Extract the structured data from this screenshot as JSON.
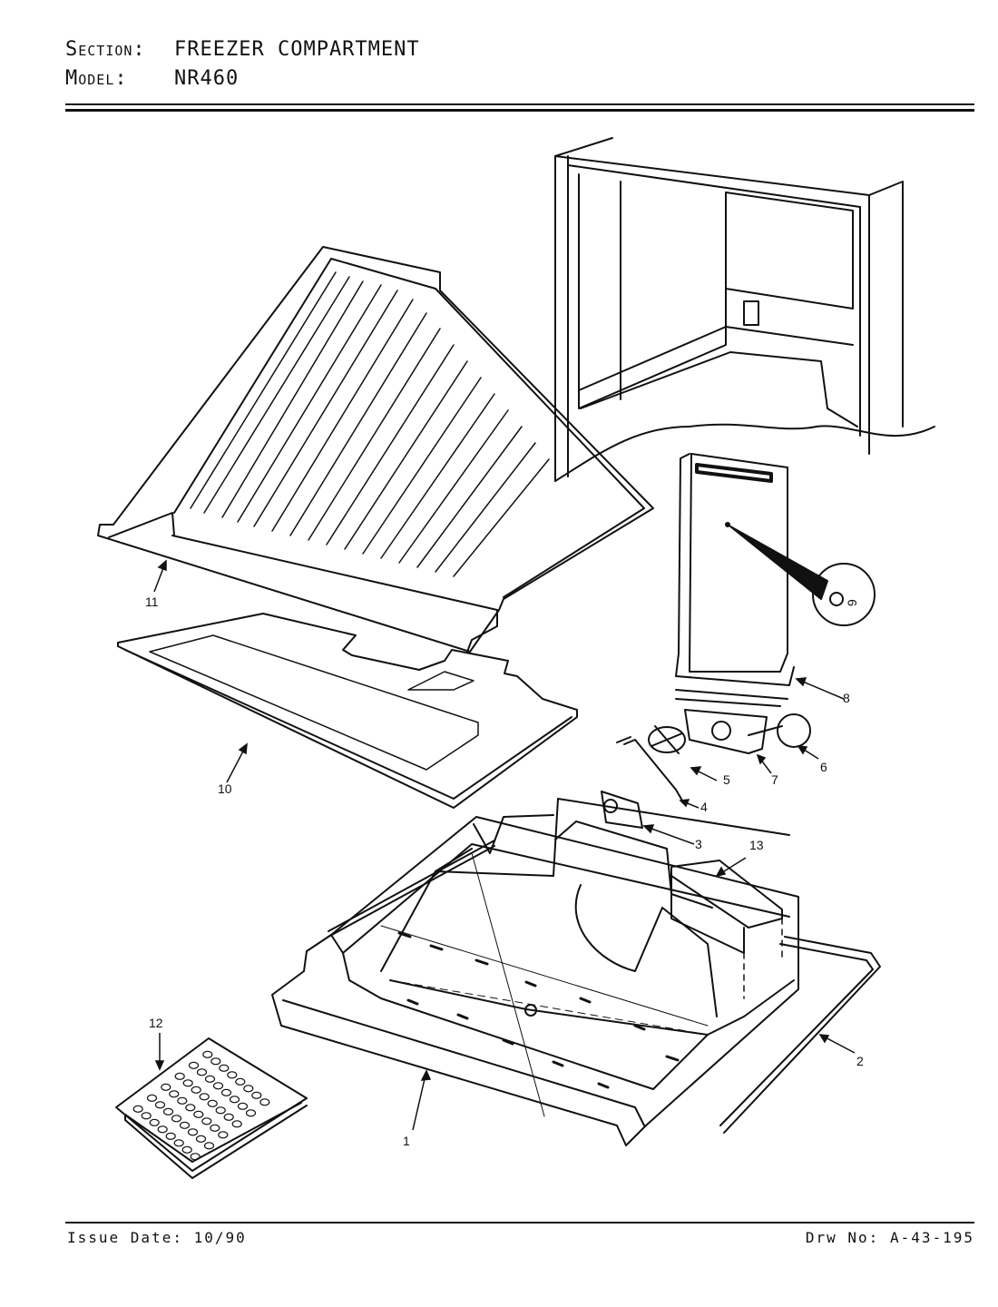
{
  "header": {
    "section_label": "Section:",
    "section_value": "FREEZER COMPARTMENT",
    "model_label": "Model:",
    "model_value": "NR460"
  },
  "footer": {
    "issue_date": "Issue Date: 10/90",
    "drawing_no": "Drw No: A-43-195"
  },
  "callouts": [
    "1",
    "2",
    "3",
    "4",
    "5",
    "6",
    "7",
    "8",
    "9",
    "10",
    "11",
    "12",
    "13"
  ]
}
